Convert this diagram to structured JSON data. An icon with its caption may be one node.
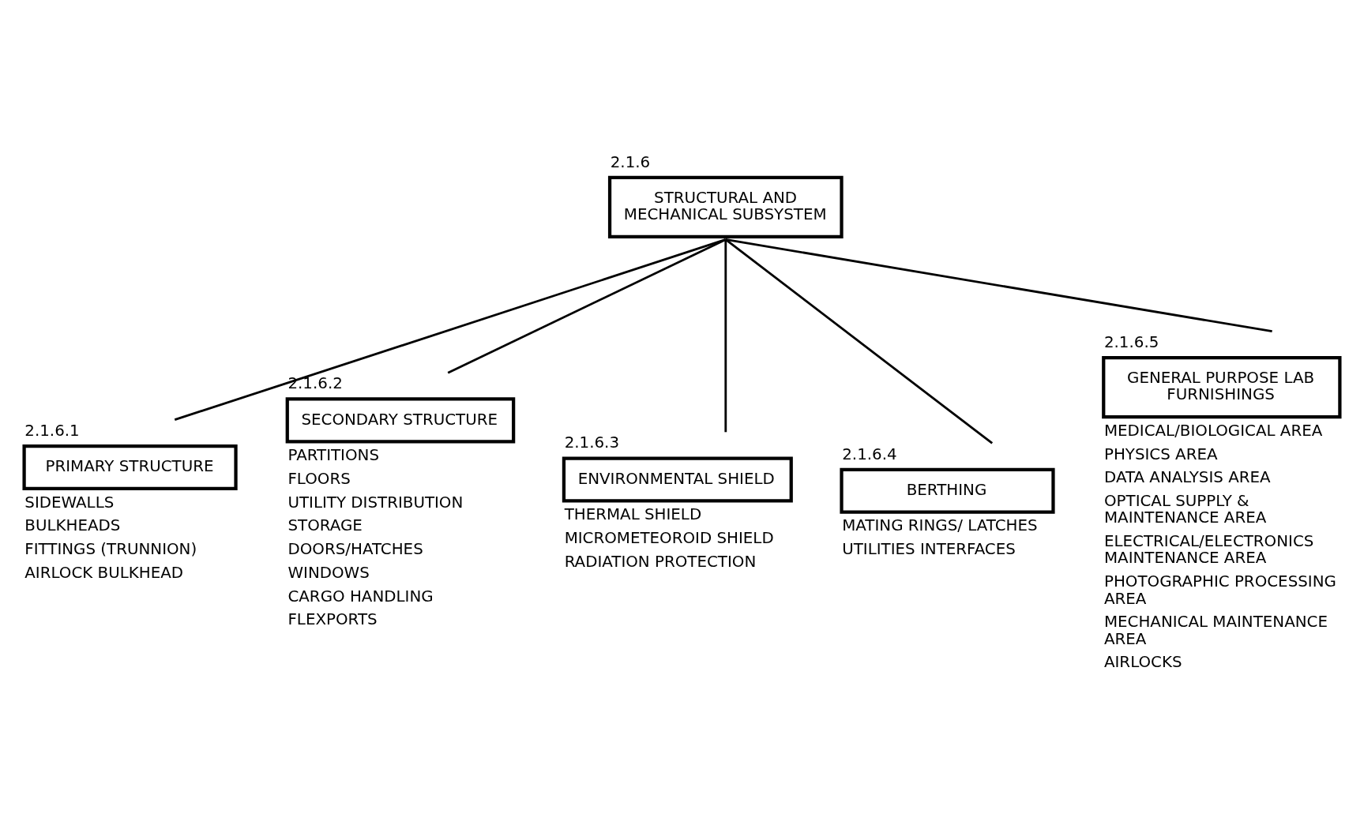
{
  "diagram": {
    "nodes": [
      {
        "text": [
          "2.1.6",
          "STRUCTURAL AND MECHANICAL SUBSYSTEM"
        ]
      },
      {
        "text": [
          "2.1.6.1",
          "PRIMARY STRUCTURE"
        ],
        "beside": [
          "SIDEWALLS",
          "BULKHEADS",
          "FITTINGS (TRUNNION)",
          "AIRLOCK BULKHEAD"
        ]
      },
      {
        "text": [
          "2.1.6.2",
          "SECONDARY STRUCTURE"
        ],
        "beside": [
          "PARTITIONS",
          "FLOORS",
          "UTILITY DISTRIBUTION",
          "STORAGE",
          "DOORS/HATCHES",
          "WINDOWS",
          "CARGO HANDLING",
          "FLEXPORTS"
        ]
      },
      {
        "text": [
          "2.1.6.3",
          "ENVIRONMENTAL SHIELD"
        ],
        "beside": [
          "THERMAL SHIELD",
          "MICROMETEOROID SHIELD",
          "RADIATION PROTECTION"
        ]
      },
      {
        "text": [
          "2.1.6.4",
          "BERTHING"
        ],
        "beside": [
          "MATING RINGS/ LATCHES",
          "UTILITIES INTERFACES"
        ]
      },
      {
        "text": [
          "2.1.6.5",
          "GENERAL PURPOSE LAB FURNISHINGS"
        ],
        "beside": [
          "MEDICAL/BIOLOGICAL AREA",
          "PHYSICS AREA",
          "DATA ANALYSIS AREA",
          "OPTICAL SUPPLY & MAINTENANCE AREA",
          "ELECTRICAL/ELECTRONICS MAINTENANCE AREA",
          "PHOTOGRAPHIC PROCESSING AREA",
          "MECHANICAL MAINTENANCE AREA",
          "AIRLOCKS"
        ]
      }
    ],
    "edges": [
      {
        "from": 0,
        "to": 1,
        "arrow": "none"
      },
      {
        "from": 0,
        "to": 2,
        "arrow": "none"
      },
      {
        "from": 0,
        "to": 3,
        "arrow": "none"
      },
      {
        "from": 0,
        "to": 4,
        "arrow": "none"
      },
      {
        "from": 0,
        "to": 5,
        "arrow": "none"
      }
    ]
  }
}
